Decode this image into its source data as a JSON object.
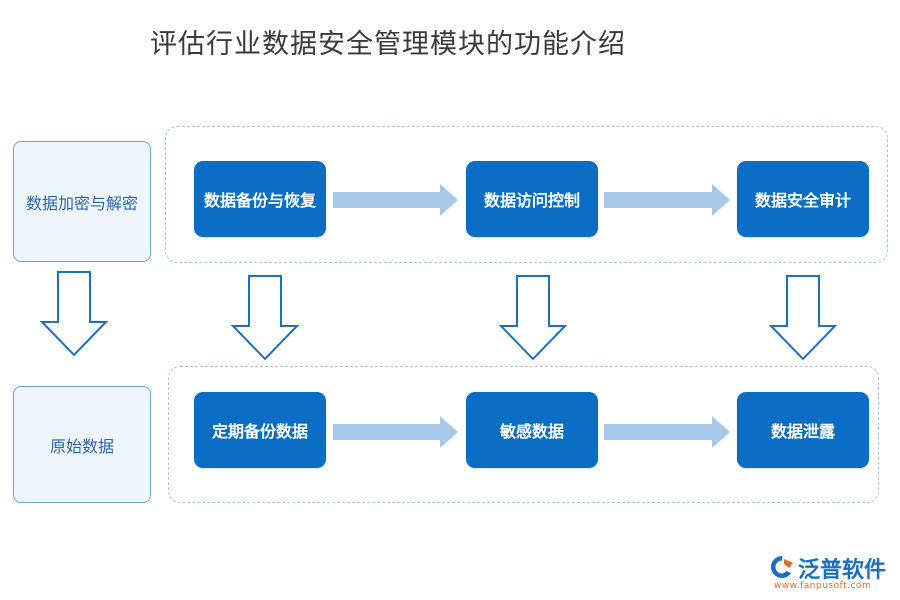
{
  "title": "评估行业数据安全管理模块的功能介绍",
  "left_boxes": [
    {
      "label": "数据加密与解密"
    },
    {
      "label": "原始数据"
    }
  ],
  "top_row": [
    {
      "label": "数据备份与恢复"
    },
    {
      "label": "数据访问控制"
    },
    {
      "label": "数据安全审计"
    }
  ],
  "bottom_row": [
    {
      "label": "定期备份数据"
    },
    {
      "label": "敏感数据"
    },
    {
      "label": "数据泄露"
    }
  ],
  "logo": {
    "name": "泛普软件",
    "url": "www.fanpusoft.com",
    "icon": "fanpu-logo-icon"
  },
  "colors": {
    "node_fill": "#0b6dc4",
    "side_fill": "#eef5fd",
    "side_border": "#6fa3d4",
    "arrow_fill": "#a8c8ea",
    "down_arrow_stroke": "#1f6fbf",
    "group_border": "#a9c4dc"
  }
}
